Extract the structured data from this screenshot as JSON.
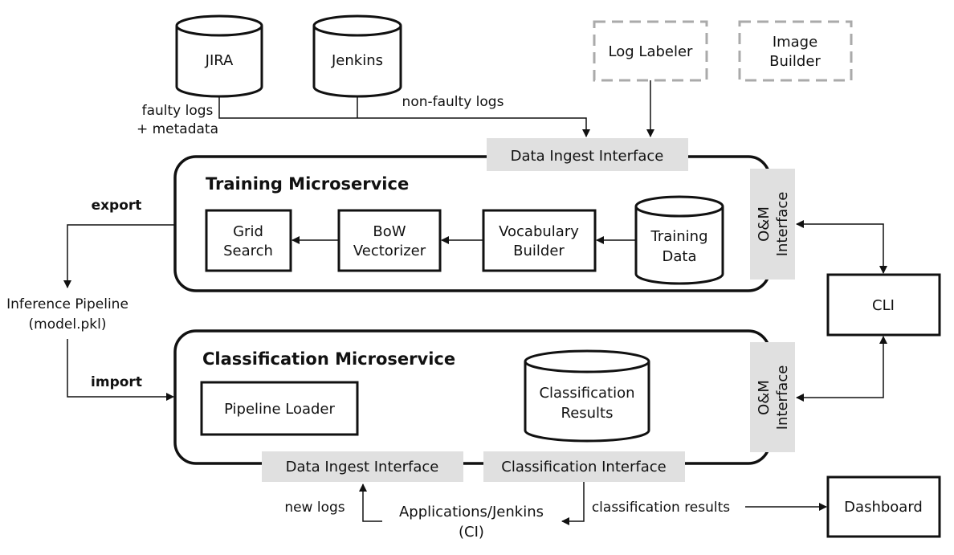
{
  "sources": {
    "jira": "JIRA",
    "jenkins": "Jenkins",
    "log_labeler": "Log Labeler",
    "image_builder": [
      "Image",
      "Builder"
    ]
  },
  "edges": {
    "faulty_logs": [
      "faulty logs",
      "+ metadata"
    ],
    "non_faulty_logs": "non-faulty logs",
    "export": "export",
    "import": "import",
    "new_logs": "new logs",
    "classification_results": "classification results"
  },
  "training": {
    "title": "Training Microservice",
    "data_ingest": "Data Ingest Interface",
    "grid_search": [
      "Grid",
      "Search"
    ],
    "bow_vectorizer": [
      "BoW",
      "Vectorizer"
    ],
    "vocabulary_builder": [
      "Vocabulary",
      "Builder"
    ],
    "training_data": [
      "Training",
      "Data"
    ],
    "om_interface": [
      "O&M",
      "Interface"
    ]
  },
  "inference_pipeline": [
    "Inference Pipeline",
    "(model.pkl)"
  ],
  "classification": {
    "title": "Classification Microservice",
    "pipeline_loader": "Pipeline Loader",
    "classification_results": [
      "Classification",
      "Results"
    ],
    "om_interface": [
      "O&M",
      "Interface"
    ],
    "data_ingest": "Data Ingest Interface",
    "classification_interface": "Classification Interface"
  },
  "cli": "CLI",
  "dashboard": "Dashboard",
  "applications": [
    "Applications/Jenkins",
    "(CI)"
  ]
}
